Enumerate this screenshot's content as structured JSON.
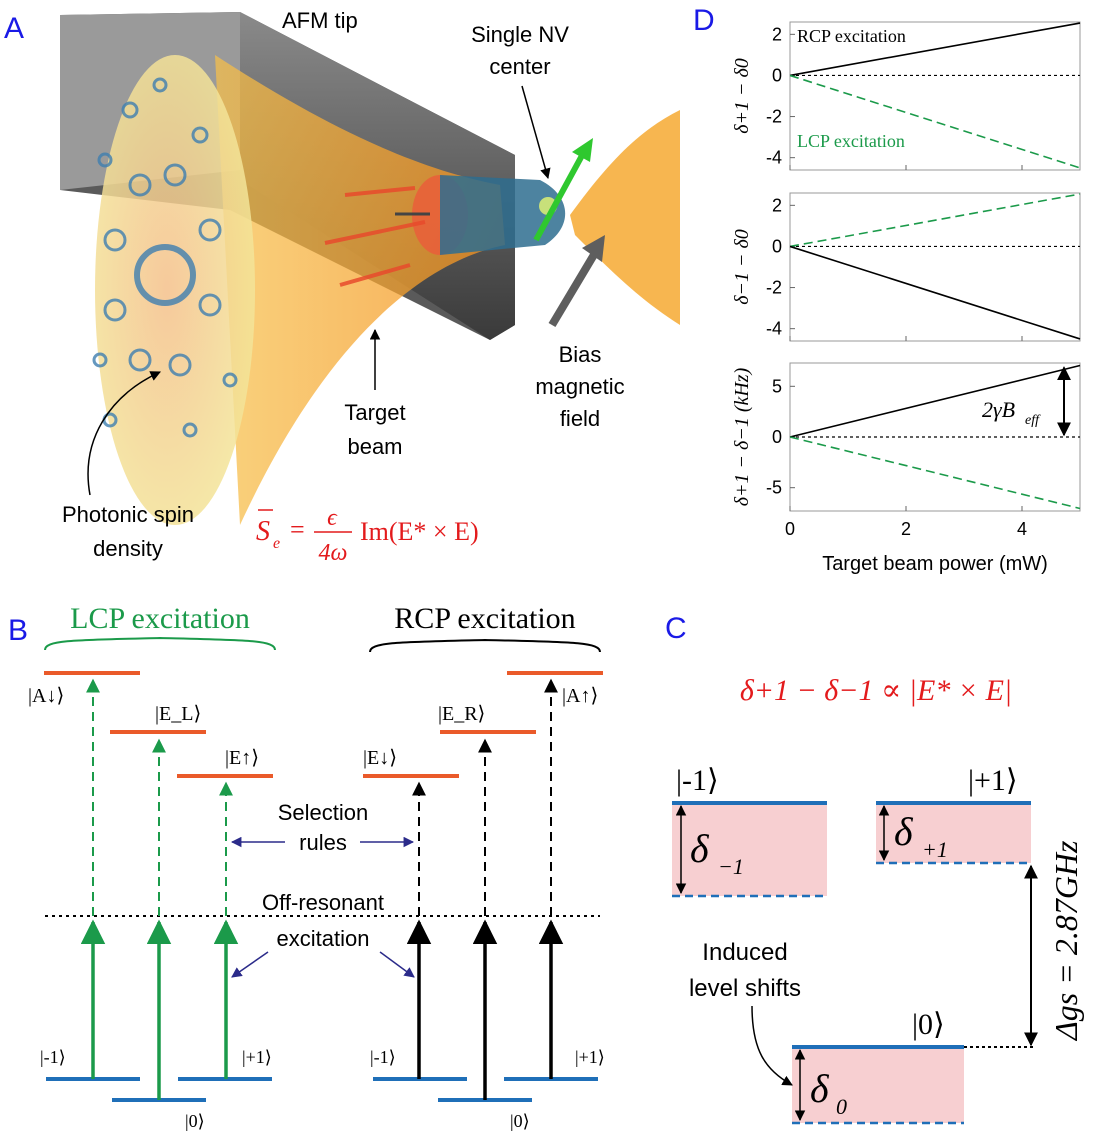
{
  "panels": {
    "a": {
      "letter": "A",
      "label_afm_tip": "AFM tip",
      "label_nv_line1": "Single NV",
      "label_nv_line2": "center",
      "label_bias_line1": "Bias",
      "label_bias_line2": "magnetic",
      "label_bias_line3": "field",
      "label_target_line1": "Target",
      "label_target_line2": "beam",
      "label_spin_line1": "Photonic spin",
      "label_spin_line2": "density",
      "equation": {
        "lhs": "S",
        "lhs_sub": "e",
        "num": "ϵ",
        "den": "4ω",
        "rest": "Im(E* × E)"
      }
    },
    "b": {
      "letter": "B",
      "lcp_title": "LCP excitation",
      "rcp_title": "RCP excitation",
      "states_lcp": [
        "|A↓⟩",
        "|E_L⟩",
        "|E↑⟩"
      ],
      "states_rcp": [
        "|E↓⟩",
        "|E_R⟩",
        "|A↑⟩"
      ],
      "ground_lcp": [
        "|-1⟩",
        "|0⟩",
        "|+1⟩"
      ],
      "ground_rcp": [
        "|-1⟩",
        "|0⟩",
        "|+1⟩"
      ],
      "selection_line1": "Selection",
      "selection_line2": "rules",
      "offres_line1": "Off-resonant",
      "offres_line2": "excitation"
    },
    "c": {
      "letter": "C",
      "equation": "δ+1 − δ−1 ∝ |E* × E|",
      "level_m1": "|-1⟩",
      "level_p1": "|+1⟩",
      "level_0": "|0⟩",
      "delta_m1": "δ",
      "delta_m1_sub": "−1",
      "delta_p1": "δ",
      "delta_p1_sub": "+1",
      "delta_0": "δ",
      "delta_0_sub": "0",
      "gap_label": "Δgs = 2.87GHz",
      "induced_line1": "Induced",
      "induced_line2": "level shifts"
    },
    "d": {
      "letter": "D",
      "xlabel": "Target beam power (mW)",
      "bottom_annotation": "2γB",
      "bottom_annotation_sub": "eff"
    }
  },
  "colors": {
    "panel_letter": "#1a1ae6",
    "green": "#1b9a4a",
    "orange": "#ea5a2a",
    "blue": "#1f6fb8",
    "red": "#e31a1c",
    "pink": "#f7cfd1"
  },
  "chart_data": [
    {
      "type": "line",
      "ylabel": "δ+1 − δ0",
      "xlabel": "",
      "xlim": [
        0,
        5
      ],
      "ylim": [
        -4.6,
        2.6
      ],
      "yticks": [
        2,
        0,
        -2,
        -4
      ],
      "xticks": [
        0,
        2,
        4
      ],
      "series": [
        {
          "name": "RCP excitation",
          "style": "solid",
          "color": "#000000",
          "x": [
            0,
            5
          ],
          "values": [
            0,
            2.55
          ]
        },
        {
          "name": "LCP excitation",
          "style": "dashed",
          "color": "#1b9a4a",
          "x": [
            0,
            5
          ],
          "values": [
            0,
            -4.5
          ]
        }
      ],
      "zero_line": true
    },
    {
      "type": "line",
      "ylabel": "δ−1 − δ0",
      "xlabel": "",
      "xlim": [
        0,
        5
      ],
      "ylim": [
        -4.6,
        2.6
      ],
      "yticks": [
        2,
        0,
        -2,
        -4
      ],
      "xticks": [
        0,
        2,
        4
      ],
      "series": [
        {
          "style": "dashed",
          "color": "#1b9a4a",
          "x": [
            0,
            5
          ],
          "values": [
            0,
            2.55
          ]
        },
        {
          "style": "solid",
          "color": "#000000",
          "x": [
            0,
            5
          ],
          "values": [
            0,
            -4.5
          ]
        }
      ],
      "zero_line": true
    },
    {
      "type": "line",
      "ylabel": "δ+1 − δ−1 (kHz)",
      "xlabel": "Target beam power (mW)",
      "xlim": [
        0,
        5
      ],
      "ylim": [
        -7.3,
        7.3
      ],
      "yticks": [
        5,
        0,
        -5
      ],
      "xticks": [
        0,
        2,
        4
      ],
      "series": [
        {
          "style": "solid",
          "color": "#000000",
          "x": [
            0,
            5
          ],
          "values": [
            0,
            7.05
          ]
        },
        {
          "style": "dashed",
          "color": "#1b9a4a",
          "x": [
            0,
            5
          ],
          "values": [
            0,
            -7.05
          ]
        }
      ],
      "zero_line": true
    }
  ]
}
